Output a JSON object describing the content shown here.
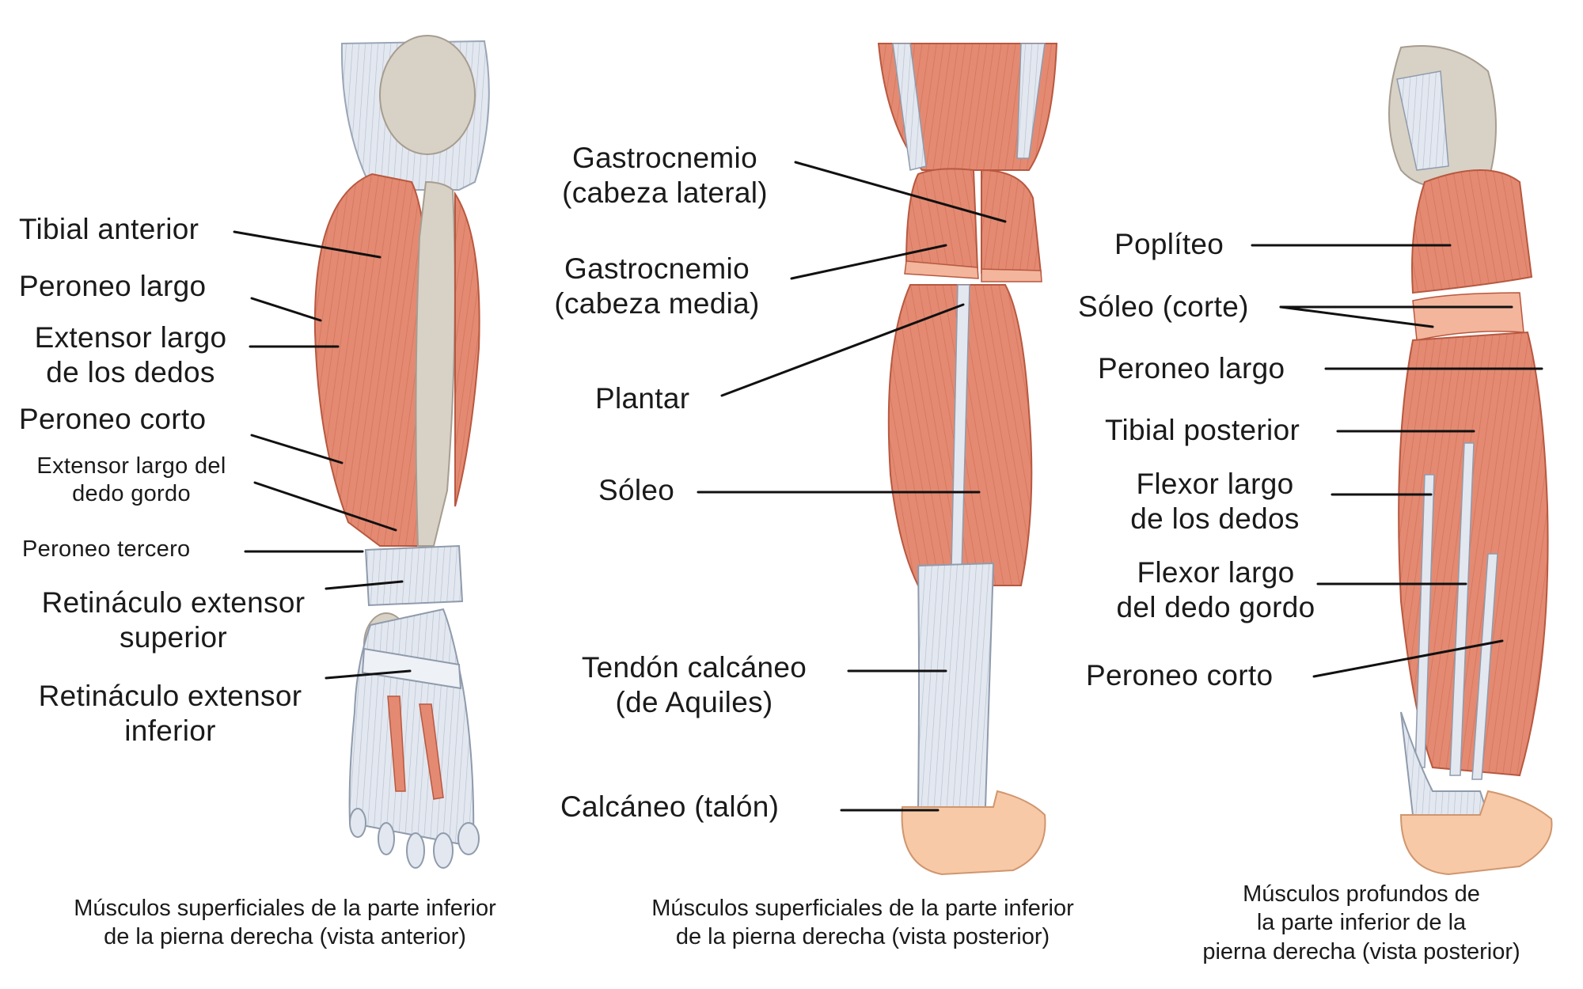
{
  "colors": {
    "muscle": "#e48a72",
    "muscle_dark": "#c9614a",
    "muscle_light": "#f1a792",
    "tendon": "#e3e8f0",
    "tendon_line": "#b4bfce",
    "bone": "#d8d1c5",
    "skin": "#f7c9a6",
    "leader": "#111111"
  },
  "panels": [
    {
      "caption": [
        "Músculos superficiales de la parte inferior",
        "de la pierna derecha (vista anterior)"
      ],
      "labels": [
        {
          "lines": [
            "Tibial anterior"
          ]
        },
        {
          "lines": [
            "Peroneo largo"
          ]
        },
        {
          "lines": [
            "Extensor largo",
            "de los dedos"
          ]
        },
        {
          "lines": [
            "Peroneo corto"
          ]
        },
        {
          "lines": [
            "Extensor largo del",
            "dedo gordo"
          ]
        },
        {
          "lines": [
            "Peroneo tercero"
          ]
        },
        {
          "lines": [
            "Retináculo extensor",
            "superior"
          ]
        },
        {
          "lines": [
            "Retináculo extensor",
            "inferior"
          ]
        }
      ]
    },
    {
      "caption": [
        "Músculos superficiales de la parte inferior",
        "de la pierna derecha (vista posterior)"
      ],
      "labels": [
        {
          "lines": [
            "Gastrocnemio",
            "(cabeza lateral)"
          ]
        },
        {
          "lines": [
            "Gastrocnemio",
            "(cabeza media)"
          ]
        },
        {
          "lines": [
            "Plantar"
          ]
        },
        {
          "lines": [
            "Sóleo"
          ]
        },
        {
          "lines": [
            "Tendón calcáneo",
            "(de Aquiles)"
          ]
        },
        {
          "lines": [
            "Calcáneo (talón)"
          ]
        }
      ]
    },
    {
      "caption": [
        "Músculos profundos de",
        "la parte inferior de la",
        "pierna derecha (vista posterior)"
      ],
      "labels": [
        {
          "lines": [
            "Poplíteo"
          ]
        },
        {
          "lines": [
            "Sóleo (corte)"
          ]
        },
        {
          "lines": [
            "Peroneo largo"
          ]
        },
        {
          "lines": [
            "Tibial posterior"
          ]
        },
        {
          "lines": [
            "Flexor largo",
            "de los dedos"
          ]
        },
        {
          "lines": [
            "Flexor largo",
            "del dedo gordo"
          ]
        },
        {
          "lines": [
            "Peroneo corto"
          ]
        }
      ]
    }
  ]
}
